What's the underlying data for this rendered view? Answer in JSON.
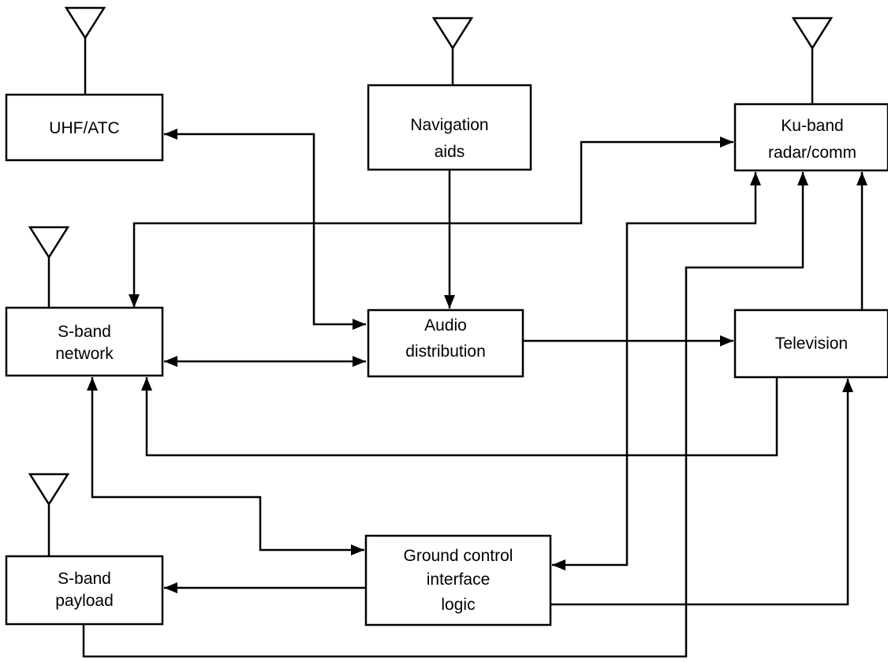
{
  "diagram": {
    "blocks": {
      "uhf_atc": {
        "lines": [
          "UHF/ATC"
        ]
      },
      "navigation_aids": {
        "lines": [
          "Navigation",
          "aids"
        ]
      },
      "ku_band": {
        "lines": [
          "Ku-band",
          "radar/comm"
        ]
      },
      "s_band_network": {
        "lines": [
          "S-band",
          "network"
        ]
      },
      "audio_distribution": {
        "lines": [
          "Audio",
          "distribution"
        ]
      },
      "television": {
        "lines": [
          "Television"
        ]
      },
      "s_band_payload": {
        "lines": [
          "S-band",
          "payload"
        ]
      },
      "ground_control": {
        "lines": [
          "Ground control",
          "interface",
          "logic"
        ]
      }
    },
    "connections": [
      {
        "from": "audio_distribution",
        "to": "uhf_atc",
        "direction": "both"
      },
      {
        "from": "navigation_aids",
        "to": "audio_distribution",
        "direction": "forward"
      },
      {
        "from": "s_band_network",
        "to": "ku_band",
        "direction": "both"
      },
      {
        "from": "s_band_network",
        "to": "audio_distribution",
        "direction": "both"
      },
      {
        "from": "audio_distribution",
        "to": "television",
        "direction": "forward"
      },
      {
        "from": "television",
        "to": "ku_band",
        "direction": "forward"
      },
      {
        "from": "television",
        "to": "s_band_network",
        "direction": "forward"
      },
      {
        "from": "s_band_network",
        "to": "ground_control",
        "direction": "both"
      },
      {
        "from": "ground_control",
        "to": "ku_band",
        "direction": "both"
      },
      {
        "from": "s_band_payload",
        "to": "ku_band",
        "direction": "forward"
      },
      {
        "from": "ground_control",
        "to": "s_band_payload",
        "direction": "forward"
      },
      {
        "from": "ground_control",
        "to": "television",
        "direction": "forward"
      }
    ],
    "antennas": [
      "uhf_atc",
      "navigation_aids",
      "ku_band",
      "s_band_network",
      "s_band_payload"
    ]
  }
}
